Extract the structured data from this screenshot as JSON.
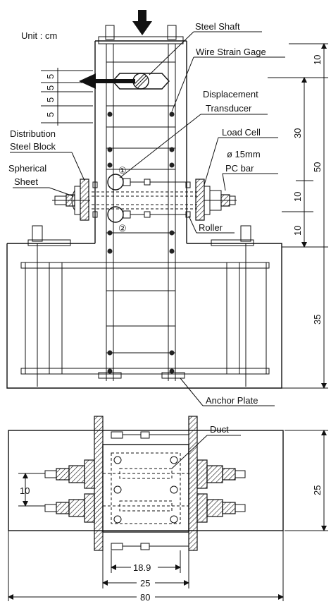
{
  "unit_label": "Unit : cm",
  "labels": {
    "steel_shaft": "Steel Shaft",
    "wire_strain_gage": "Wire Strain Gage",
    "displacement_transducer_1": "Displacement",
    "displacement_transducer_2": "Transducer",
    "distribution_steel_block_1": "Distribution",
    "distribution_steel_block_2": "Steel Block",
    "spherical_sheet_1": "Spherical",
    "spherical_sheet_2": "Sheet",
    "load_cell": "Load Cell",
    "pc_bar_1": "ø 15mm",
    "pc_bar_2": "PC bar",
    "roller": "Roller",
    "anchor_plate": "Anchor Plate",
    "duct": "Duct",
    "transducer_1_mark": "①",
    "transducer_2_mark": "②"
  },
  "dimensions": {
    "top_10": "10",
    "left_5a": "5",
    "left_5b": "5",
    "left_5c": "5",
    "left_5d": "5",
    "right_30": "30",
    "right_50": "50",
    "right_10a": "10",
    "right_10b": "10",
    "right_35": "35",
    "plan_10": "10",
    "plan_25_right": "25",
    "plan_18_9": "18.9",
    "plan_25_bottom": "25",
    "plan_80": "80"
  }
}
